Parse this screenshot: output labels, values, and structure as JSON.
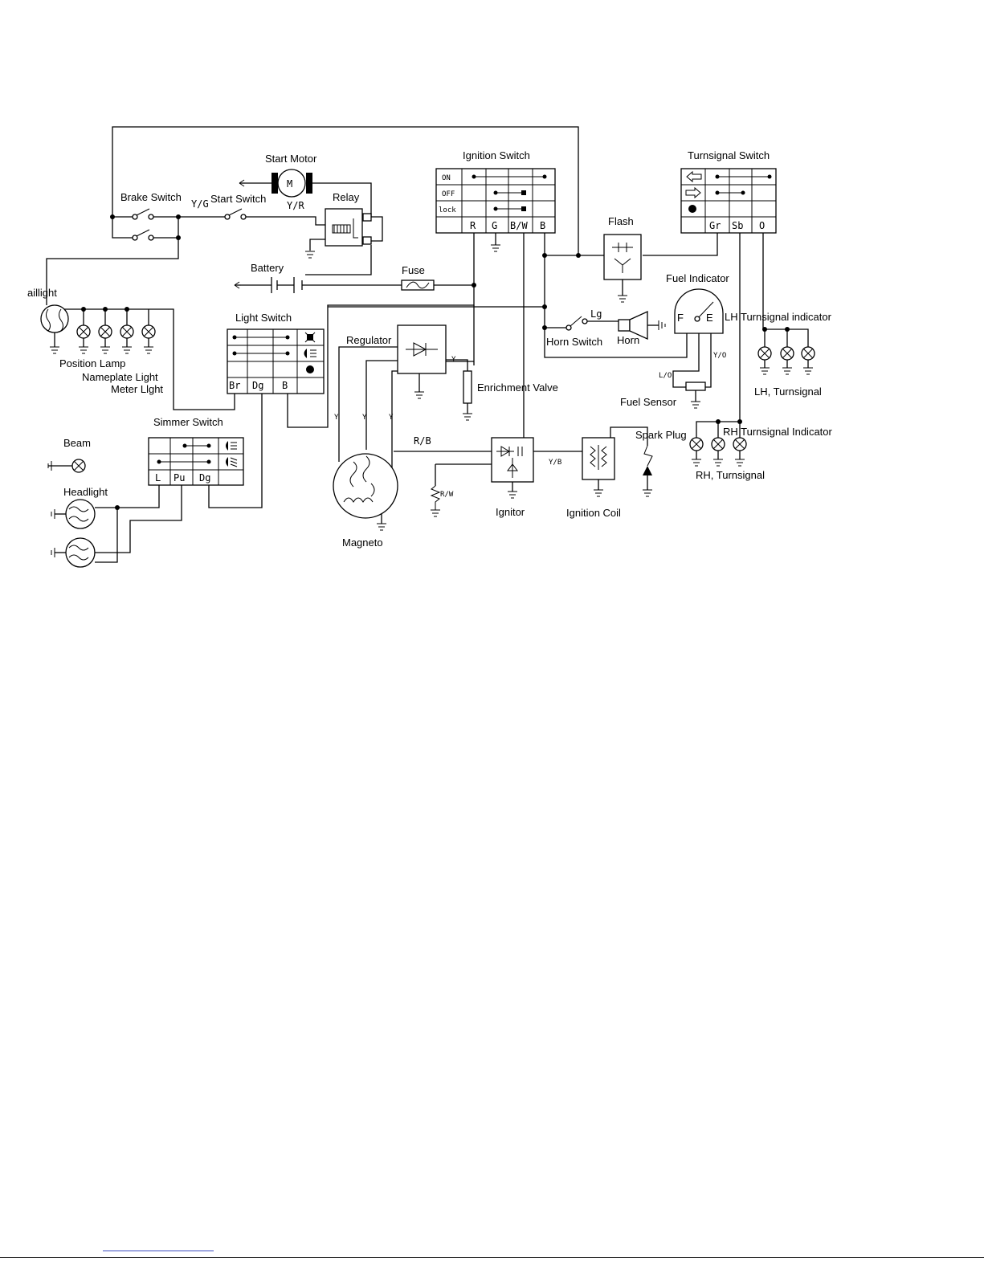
{
  "labels": {
    "start_motor": "Start Motor",
    "brake_switch": "Brake Switch",
    "start_switch": "Start Switch",
    "relay": "Relay",
    "battery": "Battery",
    "fuse": "Fuse",
    "ignition_switch": "Ignition Switch",
    "turnsignal_switch": "Turnsignal Switch",
    "flash": "Flash",
    "fuel_indicator": "Fuel Indicator",
    "taillight": "aillight",
    "position_lamp": "Position Lamp",
    "nameplate_light": "Nameplate Light",
    "meter_light": "Meter Llght",
    "light_switch": "Light Switch",
    "regulator": "Regulator",
    "horn_switch": "Horn Switch",
    "horn": "Horn",
    "lh_turnsignal_indicator": "LH Turnsignal indicator",
    "lh_turnsignal": "LH, Turnsignal",
    "enrichment_valve": "Enrichment Valve",
    "fuel_sensor": "Fuel Sensor",
    "simmer_switch": "Simmer Switch",
    "beam": "Beam",
    "headlight": "Headlight",
    "spark_plug": "Spark Plug",
    "rh_turnsignal_indicator": "RH Turnsignal Indicator",
    "rh_turnsignal": "RH, Turnsignal",
    "ignitor": "Ignitor",
    "ignition_coil": "Ignition Coil",
    "magneto": "Magneto"
  },
  "wire_codes": {
    "y_g": "Y/G",
    "y_r": "Y/R",
    "lg": "Lg",
    "y_b": "Y/B",
    "r_b": "R/B",
    "r_w": "R/W",
    "y_o": "Y/O",
    "l_o": "L/O",
    "y": "Y"
  },
  "ignition_switch": {
    "rows": [
      "ON",
      "OFF",
      "lock"
    ],
    "terminals": [
      "R",
      "G",
      "B/W",
      "B"
    ]
  },
  "turnsignal_switch": {
    "terminals": [
      "Gr",
      "Sb",
      "O"
    ]
  },
  "light_switch": {
    "terminals": [
      "Br",
      "Dg",
      "B"
    ]
  },
  "simmer_switch": {
    "terminals": [
      "L",
      "Pu",
      "Dg"
    ]
  },
  "motor_symbol": "M",
  "fuel_gauge": {
    "full": "F",
    "empty": "E"
  }
}
